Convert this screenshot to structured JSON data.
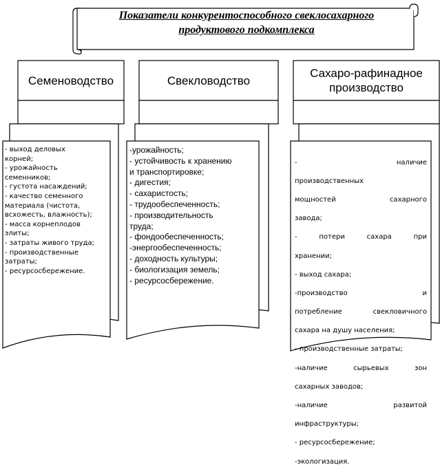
{
  "title": {
    "line1": "Показатели конкурентоспособного свеклосахарного",
    "line2": "продуктового подкомплекса"
  },
  "columns": [
    {
      "header": "Семеноводство",
      "items": "- выход деловых\nкорней;\n- урожайность\nсеменников;\n- густота насаждений;\n- качество семенного\nматериала (чистота,\nвсхожесть, влажность);\n- масса корнеплодов\nэлиты;\n- затраты живого труда;\n- производственные\nзатраты;\n- ресурсосбережение."
    },
    {
      "header": "Свекловодство",
      "items": "-урожайность;\n- устойчивость к хранению\nи  транспортировке;\n- дигестия;\n- сахаристость;\n- трудообеспеченность;\n- производительность\nтруда;\n- фондообеспеченность;\n-энергообеспеченность;\n- доходность культуры;\n- биологизация земель;\n- ресурсосбережение."
    },
    {
      "header_line1": "Сахаро-рафинадное",
      "header_line2": "производство",
      "lines": [
        "-   наличие",
        "производственных",
        "мощностей   сахарного",
        "завода;",
        "-   потери   сахара   при",
        "хранении;",
        "- выход сахара;",
        "-производство         и",
        "потребление свекловичного",
        "сахара на душу населения;",
        "- производственные затраты;",
        "-наличие  сырьевых  зон",
        "сахарных заводов;",
        "-наличие      развитой",
        "инфраструктуры;",
        "- ресурсосбережение;",
        "-экологизация."
      ]
    }
  ]
}
